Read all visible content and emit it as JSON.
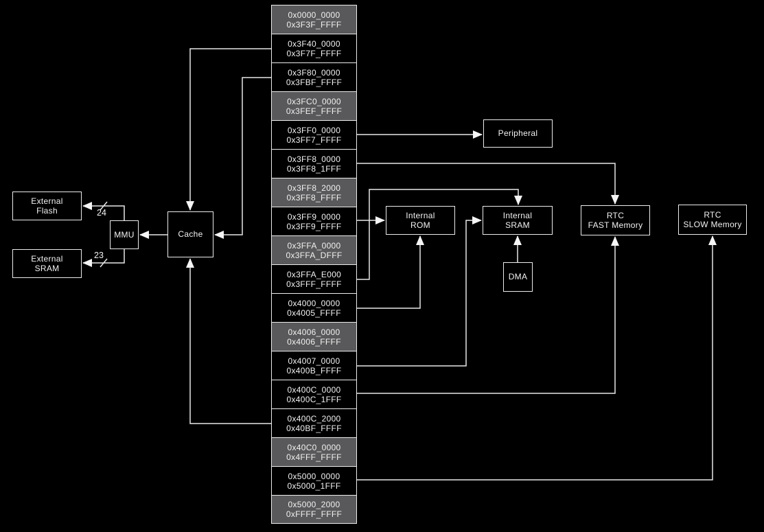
{
  "diagram": {
    "type": "memory-address-map",
    "memory_column": {
      "rows": [
        {
          "start": "0x0000_0000",
          "end": "0x3F3F_FFFF",
          "shade": "gray"
        },
        {
          "start": "0x3F40_0000",
          "end": "0x3F7F_FFFF",
          "shade": "black"
        },
        {
          "start": "0x3F80_0000",
          "end": "0x3FBF_FFFF",
          "shade": "black"
        },
        {
          "start": "0x3FC0_0000",
          "end": "0x3FEF_FFFF",
          "shade": "gray"
        },
        {
          "start": "0x3FF0_0000",
          "end": "0x3FF7_FFFF",
          "shade": "black"
        },
        {
          "start": "0x3FF8_0000",
          "end": "0x3FF8_1FFF",
          "shade": "black"
        },
        {
          "start": "0x3FF8_2000",
          "end": "0x3FF8_FFFF",
          "shade": "gray"
        },
        {
          "start": "0x3FF9_0000",
          "end": "0x3FF9_FFFF",
          "shade": "black"
        },
        {
          "start": "0x3FFA_0000",
          "end": "0x3FFA_DFFF",
          "shade": "gray"
        },
        {
          "start": "0x3FFA_E000",
          "end": "0x3FFF_FFFF",
          "shade": "black"
        },
        {
          "start": "0x4000_0000",
          "end": "0x4005_FFFF",
          "shade": "black"
        },
        {
          "start": "0x4006_0000",
          "end": "0x4006_FFFF",
          "shade": "gray"
        },
        {
          "start": "0x4007_0000",
          "end": "0x400B_FFFF",
          "shade": "black"
        },
        {
          "start": "0x400C_0000",
          "end": "0x400C_1FFF",
          "shade": "black"
        },
        {
          "start": "0x400C_2000",
          "end": "0x40BF_FFFF",
          "shade": "black"
        },
        {
          "start": "0x40C0_0000",
          "end": "0x4FFF_FFFF",
          "shade": "gray"
        },
        {
          "start": "0x5000_0000",
          "end": "0x5000_1FFF",
          "shade": "black"
        },
        {
          "start": "0x5000_2000",
          "end": "0xFFFF_FFFF",
          "shade": "gray"
        }
      ]
    },
    "boxes": {
      "external_flash": {
        "line1": "External",
        "line2": "Flash"
      },
      "external_sram": {
        "line1": "External",
        "line2": "SRAM"
      },
      "mmu": {
        "line1": "MMU"
      },
      "cache": {
        "line1": "Cache"
      },
      "peripheral": {
        "line1": "Peripheral"
      },
      "internal_rom": {
        "line1": "Internal",
        "line2": "ROM"
      },
      "internal_sram": {
        "line1": "Internal",
        "line2": "SRAM"
      },
      "dma": {
        "line1": "DMA"
      },
      "rtc_fast": {
        "line1": "RTC",
        "line2": "FAST Memory"
      },
      "rtc_slow": {
        "line1": "RTC",
        "line2": "SLOW Memory"
      }
    },
    "bus_labels": {
      "flash_bus_width": "24",
      "sram_bus_width": "23"
    },
    "colors": {
      "background": "#000000",
      "reserved_row_fill": "#59595B",
      "mapped_row_fill": "#000000",
      "box_fill": "#000000",
      "border": "#EDEDED",
      "text": "#F2F2F2",
      "connector": "#E8E8E8",
      "arrowhead": "#F5F5F5"
    }
  }
}
